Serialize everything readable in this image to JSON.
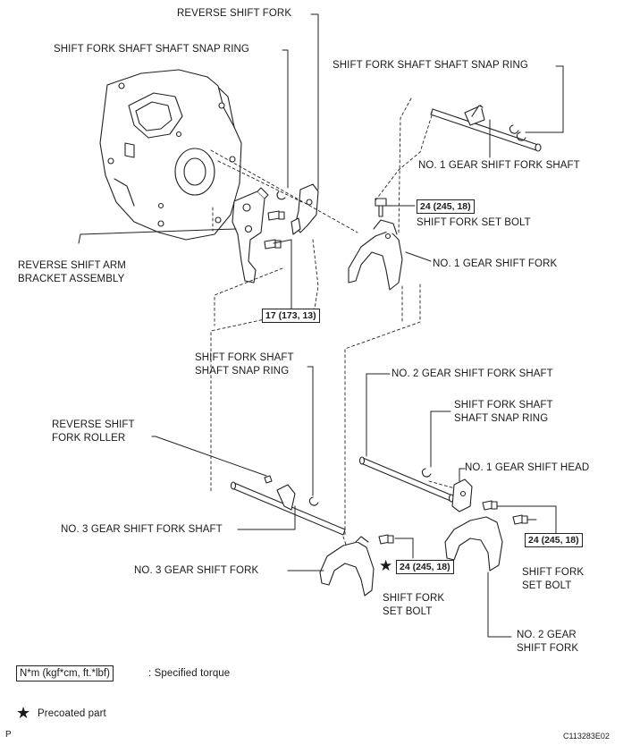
{
  "labels": {
    "reverse_shift_fork": "REVERSE SHIFT FORK",
    "snap_ring_top_left": "SHIFT FORK SHAFT SHAFT SNAP RING",
    "snap_ring_top_right": "SHIFT FORK SHAFT SHAFT SNAP RING",
    "no1_gear_shift_fork_shaft": "NO. 1 GEAR SHIFT FORK SHAFT",
    "shift_fork_set_bolt_top": "SHIFT FORK SET BOLT",
    "no1_gear_shift_fork": "NO. 1 GEAR SHIFT FORK",
    "reverse_shift_arm_line1": "REVERSE SHIFT ARM",
    "reverse_shift_arm_line2": "BRACKET ASSEMBLY",
    "snap_ring_mid_line1": "SHIFT FORK SHAFT",
    "snap_ring_mid_line2": "SHAFT SNAP RING",
    "no2_gear_shift_fork_shaft": "NO. 2 GEAR SHIFT FORK SHAFT",
    "snap_ring_right_line1": "SHIFT FORK SHAFT",
    "snap_ring_right_line2": "SHAFT SNAP RING",
    "reverse_roller_line1": "REVERSE SHIFT",
    "reverse_roller_line2": "FORK ROLLER",
    "no1_gear_shift_head": "NO. 1 GEAR SHIFT HEAD",
    "no3_gear_shift_fork_shaft": "NO. 3 GEAR SHIFT FORK SHAFT",
    "no3_gear_shift_fork": "NO. 3 GEAR SHIFT FORK",
    "set_bolt_bottom_line1": "SHIFT FORK",
    "set_bolt_bottom_line2": "SET BOLT",
    "set_bolt_right_line1": "SHIFT FORK",
    "set_bolt_right_line2": "SET BOLT",
    "no2_gear_line1": "NO. 2 GEAR",
    "no2_gear_line2": "SHIFT FORK"
  },
  "torques": {
    "t1": "24 (245, 18)",
    "t2": "17 (173, 13)",
    "t3": "24 (245, 18)",
    "t4": "24 (245, 18)"
  },
  "legend": {
    "unit_box": "N*m (kgf*cm, ft.*lbf)",
    "unit_text": ": Specified torque",
    "star_text": "Precoated part"
  },
  "footer": {
    "left_mark": "P",
    "code": "C113283E02"
  }
}
